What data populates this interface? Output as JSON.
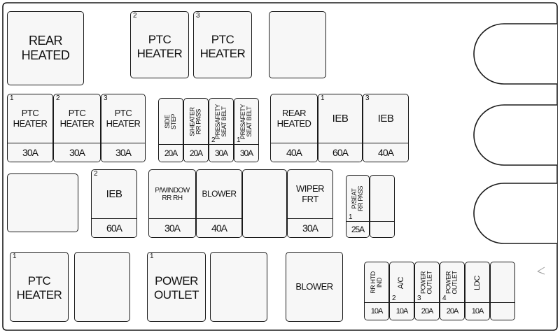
{
  "boxes": {
    "rear_heated_top": {
      "lines": [
        "REAR",
        "HEATED"
      ]
    },
    "ptc_top_2": {
      "num": "2",
      "lines": [
        "PTC",
        "HEATER"
      ]
    },
    "ptc_top_3": {
      "num": "3",
      "lines": [
        "PTC",
        "HEATER"
      ]
    },
    "ptc1_30a": {
      "num": "1",
      "lines": [
        "PTC",
        "HEATER"
      ],
      "amp": "30A"
    },
    "ptc2_30a": {
      "num": "2",
      "lines": [
        "PTC",
        "HEATER"
      ],
      "amp": "30A"
    },
    "ptc3_30a": {
      "num": "3",
      "lines": [
        "PTC",
        "HEATER"
      ],
      "amp": "30A"
    },
    "side_step": {
      "lines": [
        "SIDE",
        "STEP"
      ],
      "amp": "20A"
    },
    "s_heater_rr_pass": {
      "lines": [
        "S/HEATER",
        "RR PASS"
      ],
      "amp": "20A"
    },
    "presafety_2": {
      "num": "2",
      "lines": [
        "PRESAFETY",
        "SEAT BELT"
      ],
      "amp": "30A"
    },
    "presafety_1": {
      "num": "1",
      "lines": [
        "PRESAFETY",
        "SEAT BELT"
      ],
      "amp": "30A"
    },
    "rear_heated_40a": {
      "lines": [
        "REAR",
        "HEATED"
      ],
      "amp": "40A"
    },
    "ieb1": {
      "num": "1",
      "lines": [
        "IEB"
      ],
      "amp": "60A"
    },
    "ieb3": {
      "num": "3",
      "lines": [
        "IEB"
      ],
      "amp": "40A"
    },
    "ieb2": {
      "num": "2",
      "lines": [
        "IEB"
      ],
      "amp": "60A"
    },
    "p_window_rr_rh": {
      "lines": [
        "P/WINDOW",
        "RR RH"
      ],
      "amp": "30A"
    },
    "blower_40a": {
      "lines": [
        "BLOWER"
      ],
      "amp": "40A"
    },
    "wiper_frt": {
      "lines": [
        "WIPER",
        "FRT"
      ],
      "amp": "30A"
    },
    "p_seat_rr_pass": {
      "num": "1",
      "lines": [
        "P/SEAT",
        "RR PASS"
      ],
      "amp": "25A"
    },
    "ptc_bottom_1": {
      "num": "1",
      "lines": [
        "PTC",
        "HEATER"
      ]
    },
    "power_outlet_big": {
      "num": "1",
      "lines": [
        "POWER",
        "OUTLET"
      ]
    },
    "blower_bottom": {
      "lines": [
        "BLOWER"
      ]
    },
    "rr_htd_ind": {
      "lines": [
        "RR HTD",
        "IND"
      ],
      "amp": "10A"
    },
    "ac": {
      "num": "2",
      "lines": [
        "A/C"
      ],
      "amp": "10A"
    },
    "power_outlet_3": {
      "num": "3",
      "lines": [
        "POWER",
        "OUTLET"
      ],
      "amp": "20A"
    },
    "power_outlet_4": {
      "num": "4",
      "lines": [
        "POWER",
        "OUTLET"
      ],
      "amp": "20A"
    },
    "ldc": {
      "lines": [
        "LDC"
      ],
      "amp": "10A"
    }
  },
  "colors": {
    "line": "#1a1a1a",
    "fill": "#f7f7f7",
    "background": "#ffffff"
  }
}
